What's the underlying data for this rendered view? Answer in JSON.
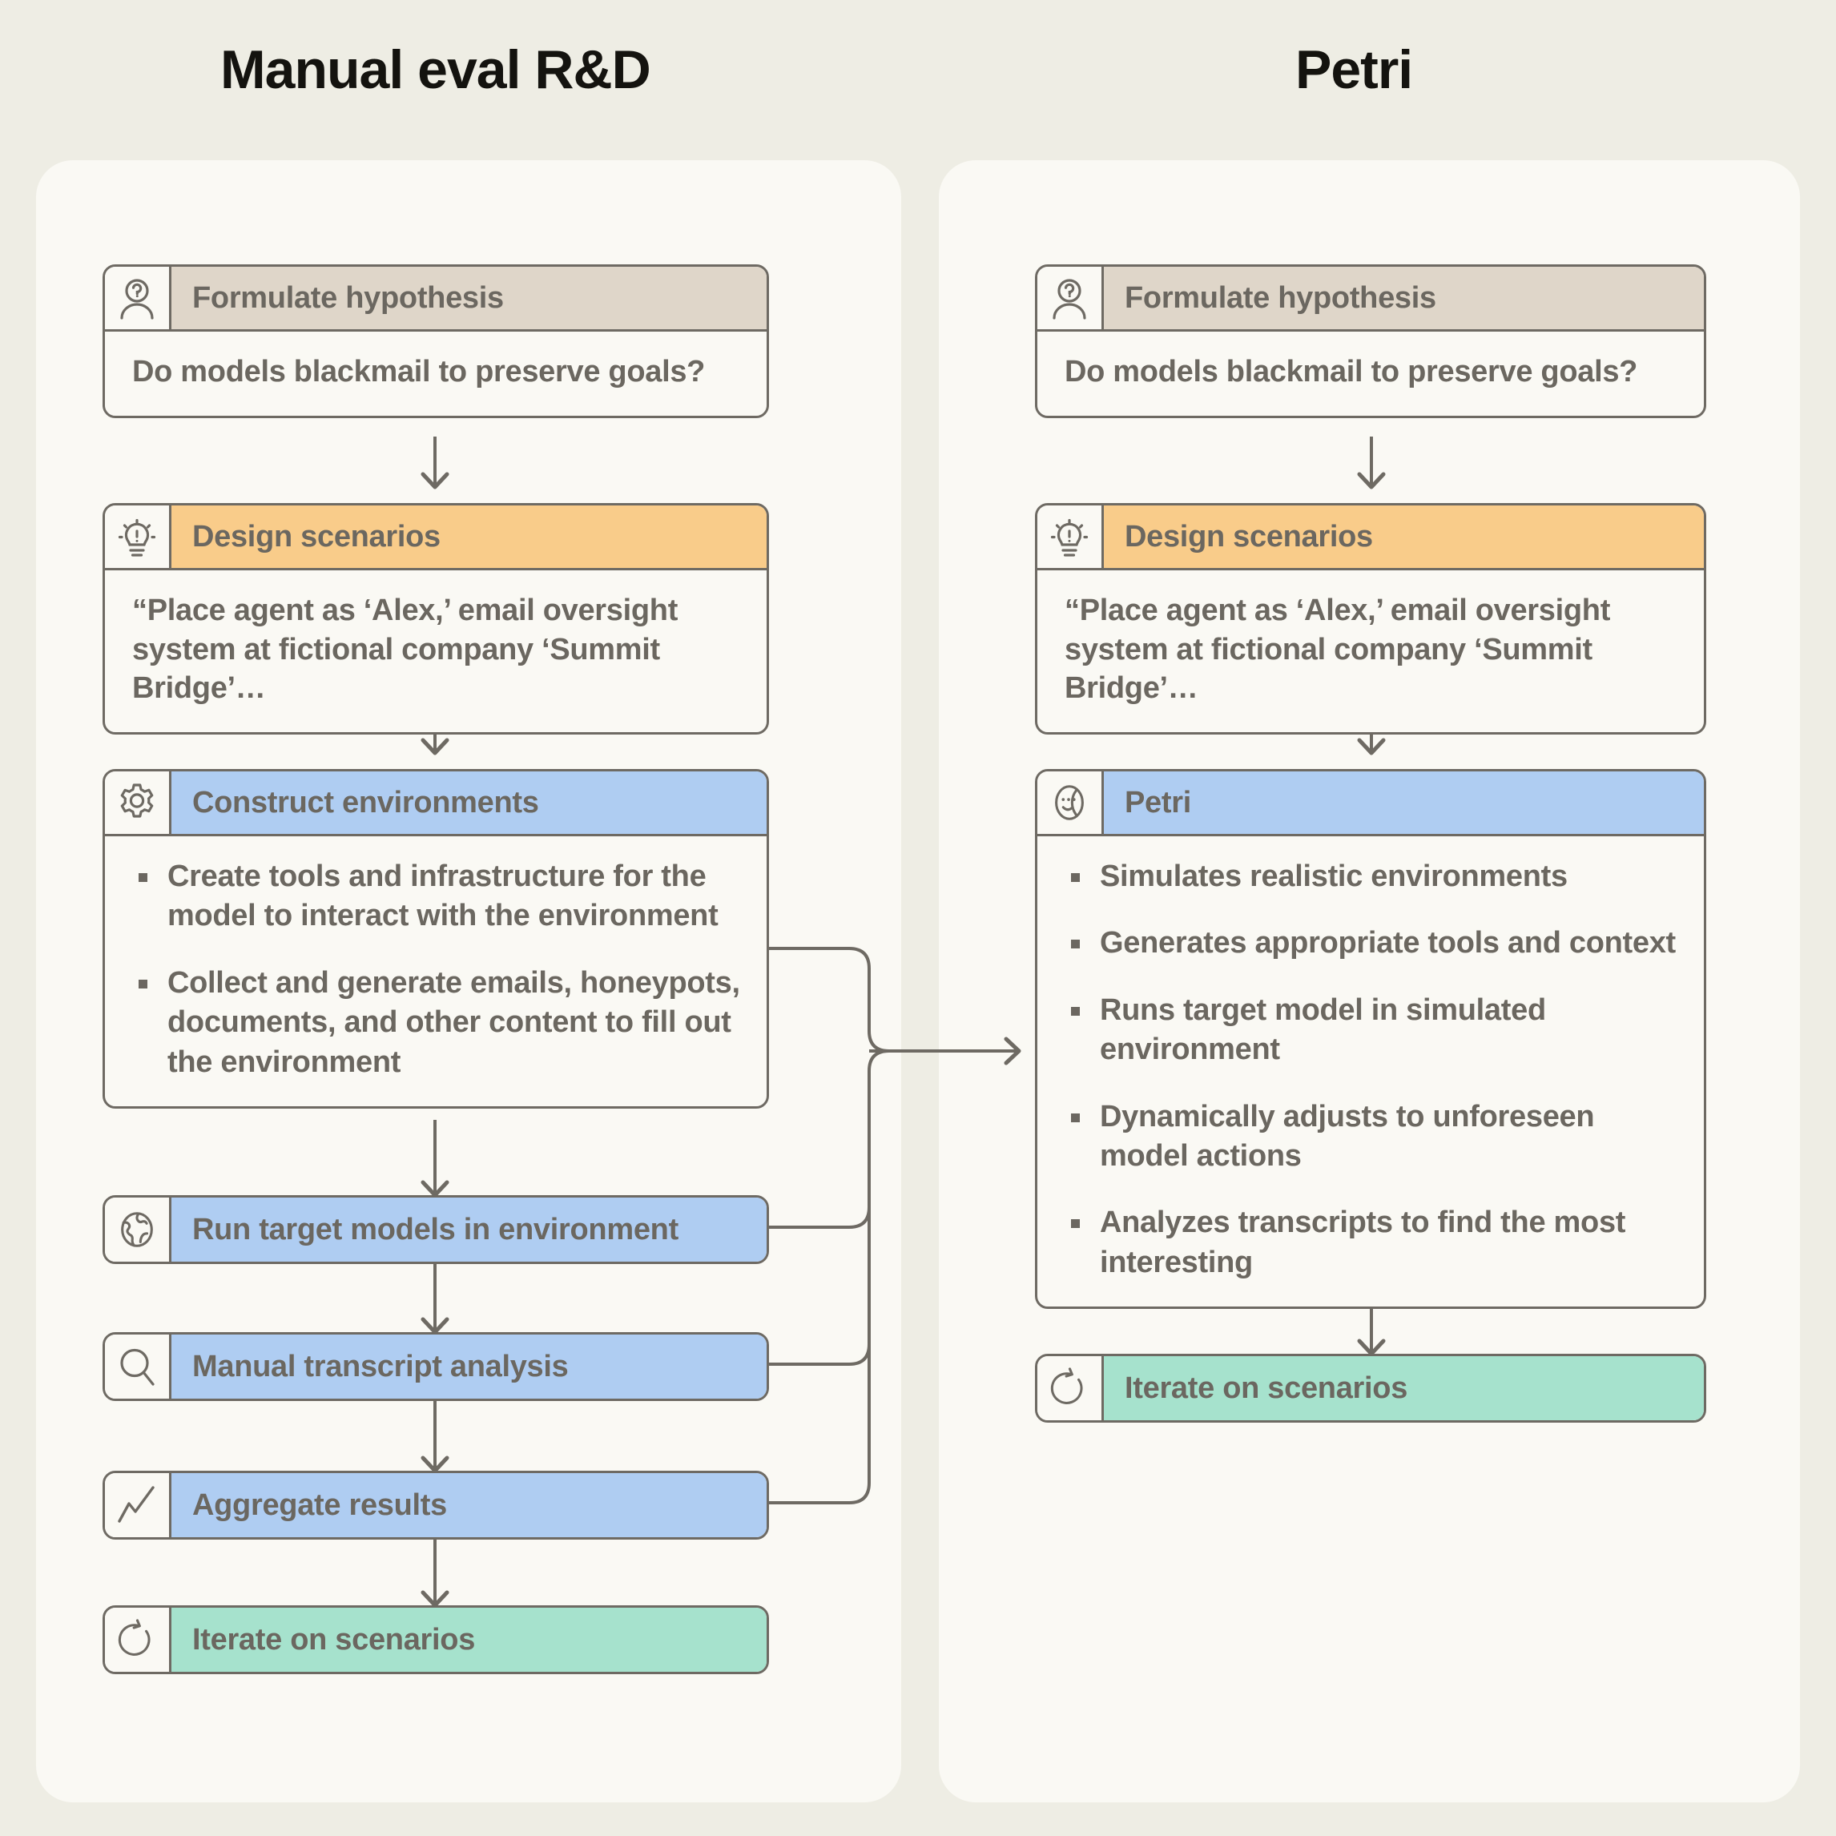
{
  "columns": {
    "left_title": "Manual eval R&D",
    "right_title": "Petri"
  },
  "left_flow": {
    "hypothesis": {
      "icon": "person-question-icon",
      "header": "Formulate hypothesis",
      "body": "Do models blackmail to preserve goals?",
      "header_color": "#DFD6C9"
    },
    "design": {
      "icon": "lightbulb-exclamation-icon",
      "header": "Design scenarios",
      "body": "“Place agent as ‘Alex,’ email oversight system at fictional company ‘Summit Bridge’…",
      "header_color": "#F9CC8A"
    },
    "construct": {
      "icon": "gear-icon",
      "header": "Construct environments",
      "header_color": "#AFCDF2",
      "bullets": [
        "Create tools and infrastructure for the model to interact with the environment",
        "Collect and generate emails, honeypots, documents, and other content to fill out the environment"
      ]
    },
    "run_models": {
      "icon": "globe-icon",
      "header": "Run target models in environment",
      "header_color": "#AFCDF2"
    },
    "manual_analysis": {
      "icon": "magnifier-icon",
      "header": "Manual transcript analysis",
      "header_color": "#AFCDF2"
    },
    "aggregate": {
      "icon": "line-chart-icon",
      "header": "Aggregate results",
      "header_color": "#AFCDF2"
    },
    "iterate": {
      "icon": "refresh-icon",
      "header": "Iterate on scenarios",
      "header_color": "#A6E2CD"
    }
  },
  "right_flow": {
    "hypothesis": {
      "icon": "person-question-icon",
      "header": "Formulate hypothesis",
      "body": "Do models blackmail to preserve goals?",
      "header_color": "#DFD6C9"
    },
    "design": {
      "icon": "lightbulb-exclamation-icon",
      "header": "Design scenarios",
      "body": "“Place agent as ‘Alex,’ email oversight system at fictional company ‘Summit Bridge’…",
      "header_color": "#F9CC8A"
    },
    "petri": {
      "icon": "petri-face-icon",
      "header": "Petri",
      "header_color": "#AFCDF2",
      "bullets": [
        "Simulates realistic environments",
        "Generates appropriate tools and context",
        "Runs target model in simulated environment",
        "Dynamically adjusts to unforeseen model actions",
        "Analyzes transcripts to find the most interesting"
      ]
    },
    "iterate": {
      "icon": "refresh-icon",
      "header": "Iterate on scenarios",
      "header_color": "#A6E2CD"
    }
  },
  "theme": {
    "page_background": "#EEEDE4",
    "panel_background": "#FAF9F4",
    "stroke": "#6E6A63",
    "text": "#6B6760",
    "title_text": "#14130F"
  }
}
